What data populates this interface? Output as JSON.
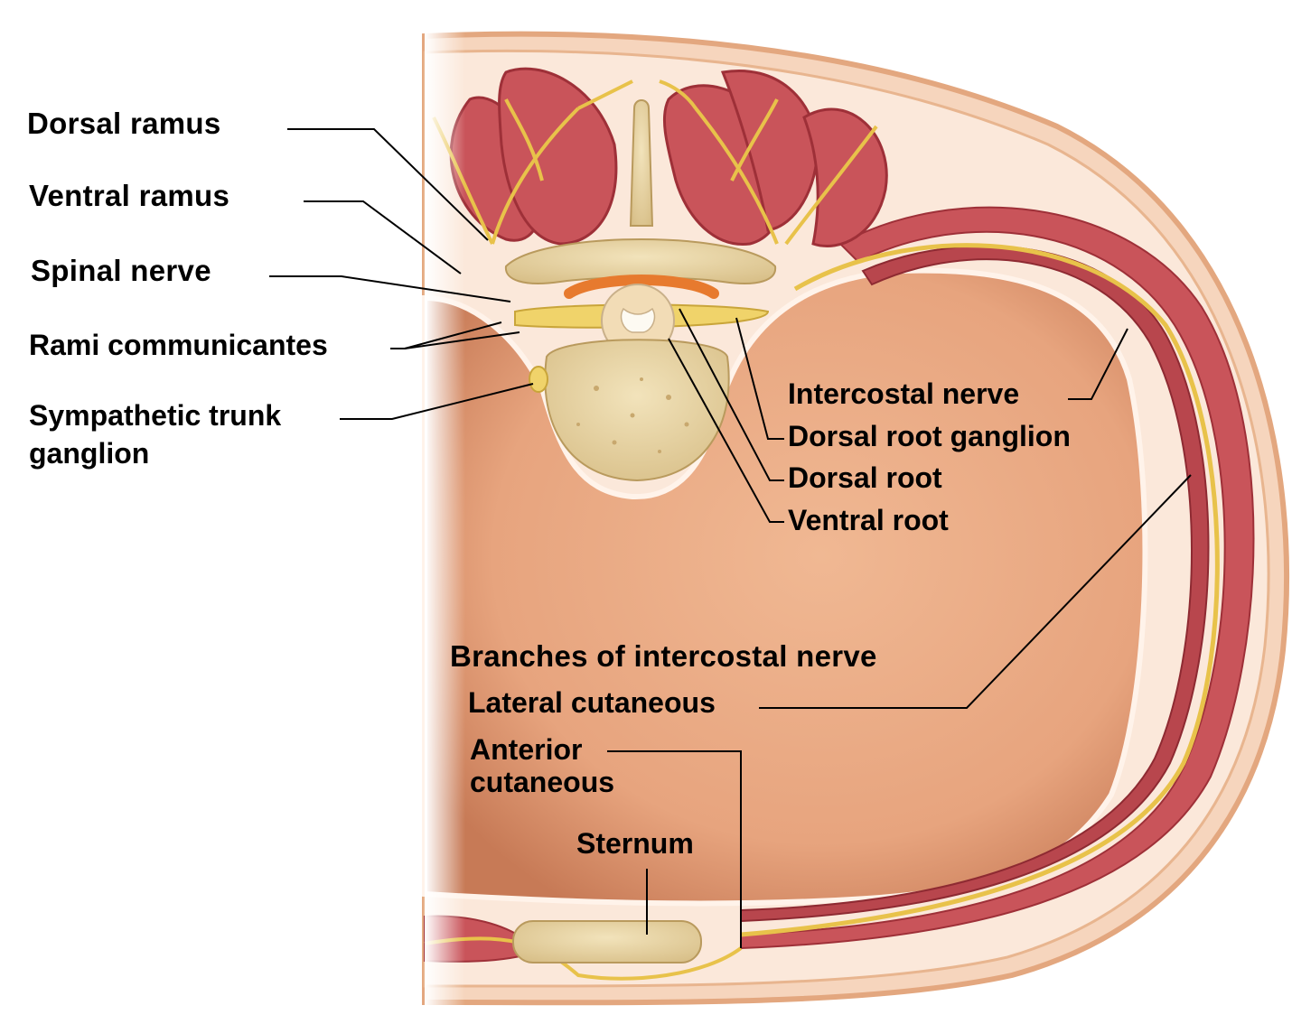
{
  "labels": {
    "dorsal_ramus": "Dorsal ramus",
    "ventral_ramus": "Ventral ramus",
    "spinal_nerve": "Spinal nerve",
    "rami_communicantes": "Rami communicantes",
    "sympathetic_trunk_line1": "Sympathetic trunk",
    "sympathetic_trunk_line2": "ganglion",
    "intercostal_nerve": "Intercostal nerve",
    "dorsal_root_ganglion": "Dorsal root ganglion",
    "dorsal_root": "Dorsal root",
    "ventral_root": "Ventral root",
    "branches_heading": "Branches of intercostal nerve",
    "lateral_cutaneous": "Lateral cutaneous",
    "anterior_cutaneous_line1": "Anterior",
    "anterior_cutaneous_line2": "cutaneous",
    "sternum": "Sternum"
  },
  "colors": {
    "muscle": "#c9545a",
    "muscle_dark": "#9e3038",
    "nerve": "#e8c24a",
    "bone": "#e6d3a3",
    "cavity": "#e7a47e",
    "skin": "#f3c7a9",
    "leader": "#000000"
  }
}
